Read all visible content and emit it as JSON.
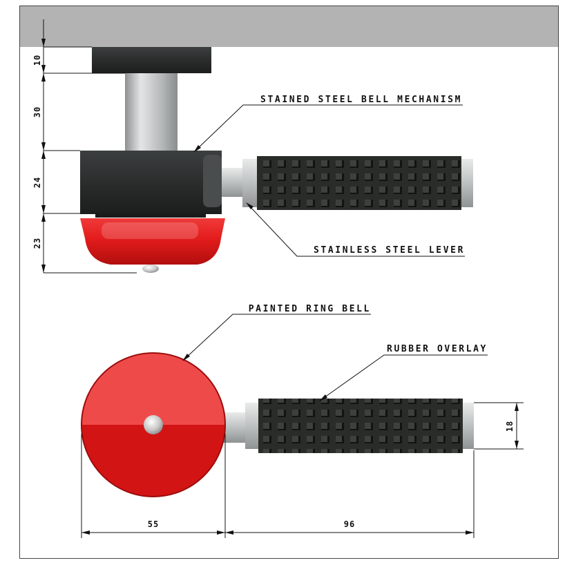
{
  "callouts": {
    "mechanism": "STAINED STEEL BELL MECHANISM",
    "lever": "STAINLESS STEEL LEVER",
    "bell": "PAINTED RING BELL",
    "overlay": "RUBBER OVERLAY"
  },
  "dimensions": {
    "mount_height": "10",
    "post_height": "30",
    "mechanism_height": "24",
    "bell_height": "23",
    "grip_diameter": "18",
    "bell_diameter": "55",
    "lever_length": "96"
  },
  "colors": {
    "bell_red": "#d31414",
    "rubber": "#2b2d2b",
    "steel": "#c9cbcb",
    "mechanism": "#2e3030",
    "mount": "#b3b3b3"
  }
}
